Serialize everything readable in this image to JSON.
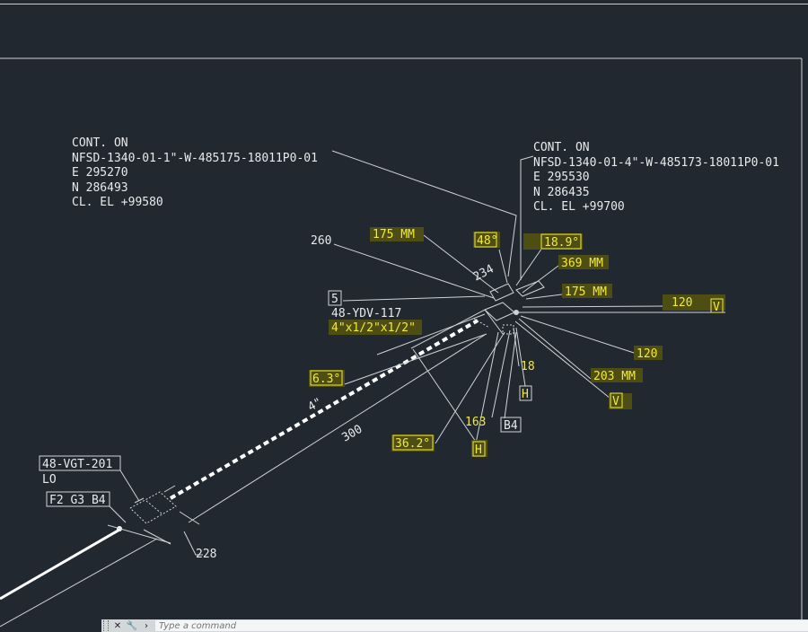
{
  "command_line": {
    "placeholder": "Type a command"
  },
  "left_callout": {
    "lines": [
      "CONT. ON",
      "NFSD-1340-01-1\"-W-485175-18011P0-01",
      "E 295270",
      "N 286493",
      "CL. EL +99580"
    ]
  },
  "right_callout": {
    "lines": [
      "CONT. ON",
      "NFSD-1340-01-4\"-W-485173-18011P0-01",
      "E 295530",
      "N 286435",
      "CL. EL +99700"
    ]
  },
  "valve": {
    "tag_number": "5",
    "tag": "48-YDV-117",
    "size": "4\"x1/2\"x1/2\""
  },
  "line_tags": {
    "vgt": "48-VGT-201",
    "lo": "LO",
    "grid": "F2 G3 B4"
  },
  "dimensions": {
    "d260": "260",
    "d175mm_a": "175 MM",
    "ang48": "48°",
    "ang18_9": "18.9°",
    "d369mm": "369 MM",
    "d175mm_b": "175 MM",
    "d120_a": "120",
    "v_a": "V",
    "d234": "234",
    "d120_b": "120",
    "d203mm": "203 MM",
    "v_b": "V",
    "d18": "18",
    "h_a": "H",
    "d163": "163",
    "b4": "B4",
    "h_b": "H",
    "ang6_3": "6.3°",
    "ang36_2": "36.2°",
    "size4": "4\"",
    "d300": "300",
    "d228": "228"
  }
}
